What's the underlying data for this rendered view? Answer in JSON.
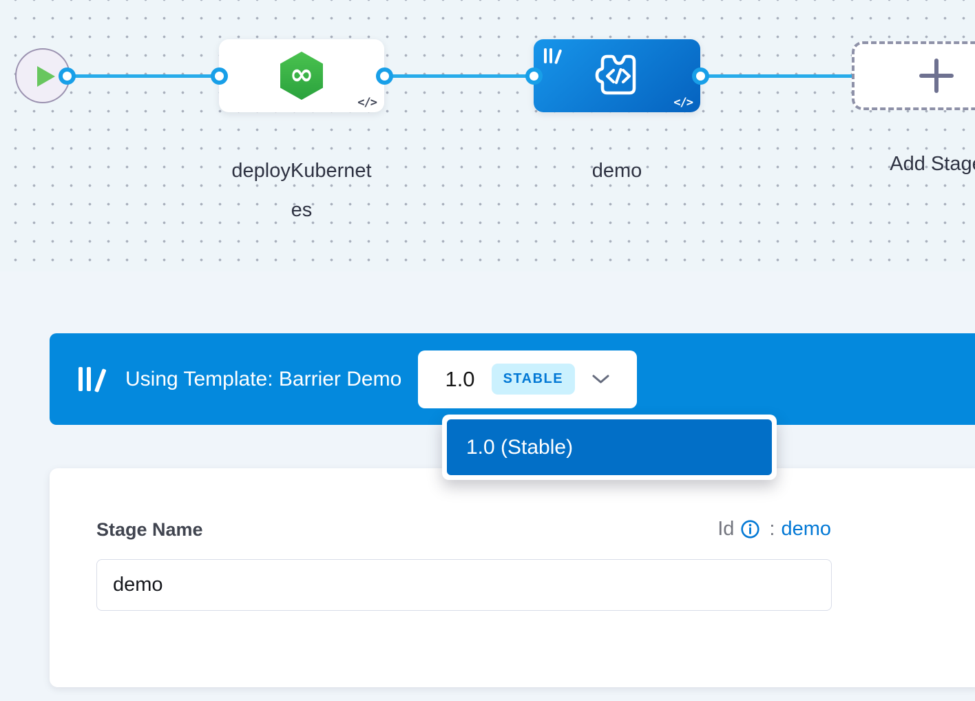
{
  "pipeline_canvas": {
    "infinity_glyph": "∞",
    "stages": [
      {
        "label": "deployKubernetes",
        "icon": "kubernetes-hexagon-icon",
        "code_badge": "</>",
        "selected": false
      },
      {
        "label": "demo",
        "icon": "custom-stage-icon",
        "template_badge": "template-library-icon",
        "code_badge": "</>",
        "selected": true
      }
    ],
    "add_stage_label": "Add Stage"
  },
  "template_banner": {
    "text": "Using Template: Barrier Demo",
    "version": "1.0",
    "badge": "STABLE"
  },
  "version_dropdown": {
    "options": [
      {
        "label": "1.0 (Stable)",
        "selected": true
      }
    ]
  },
  "stage_form": {
    "name_label": "Stage Name",
    "name_value": "demo",
    "id_label": "Id",
    "id_colon": ":",
    "id_value": "demo"
  },
  "colors": {
    "banner_blue": "#0489dd",
    "dropdown_item_blue": "#026fc7",
    "accent_blue": "#0278d5",
    "connector_blue": "#27abea",
    "stable_badge_bg": "#cbf1fe",
    "stage_green": "#3ab947",
    "selected_stage_gradient_start": "#1795ea",
    "selected_stage_gradient_end": "#0562bf"
  }
}
